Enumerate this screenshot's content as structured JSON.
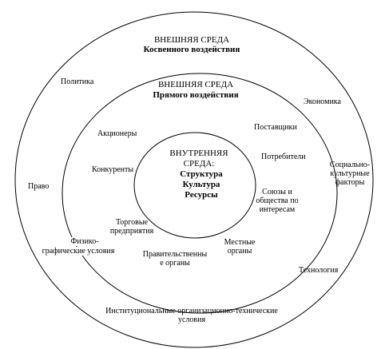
{
  "outer": {
    "title": "ВНЕШНЯЯ СРЕДА",
    "subtitle": "Косвенного воздействия",
    "factors": {
      "politics": "Политика",
      "economy": "Экономика",
      "law": "Право",
      "sociocultural_1": "Социально-",
      "sociocultural_2": "культурные",
      "sociocultural_3": "факторы",
      "physgeo_1": "Физико-",
      "physgeo_2": "графические условия",
      "technology": "Технология",
      "institutional_1": "Институциональные  организационно-технические",
      "institutional_2": "условия"
    }
  },
  "middle": {
    "title": "ВНЕШНЯЯ СРЕДА",
    "subtitle": "Прямого воздействия",
    "factors": {
      "shareholders": "Акционеры",
      "suppliers": "Поставщики",
      "consumers": "Потребители",
      "competitors": "Конкуренты",
      "unions_1": "Союзы и",
      "unions_2": "общества по",
      "unions_3": "интересам",
      "trade_1": "Торговые",
      "trade_2": "предприятия",
      "local_1": "Местные",
      "local_2": "органы",
      "gov_1": "Правительственны",
      "gov_2": "е органы"
    }
  },
  "inner": {
    "title_1": "ВНУТРЕННЯЯ",
    "title_2": "СРЕДА:",
    "items": [
      "Структура",
      "Культура",
      "Ресурсы"
    ]
  }
}
